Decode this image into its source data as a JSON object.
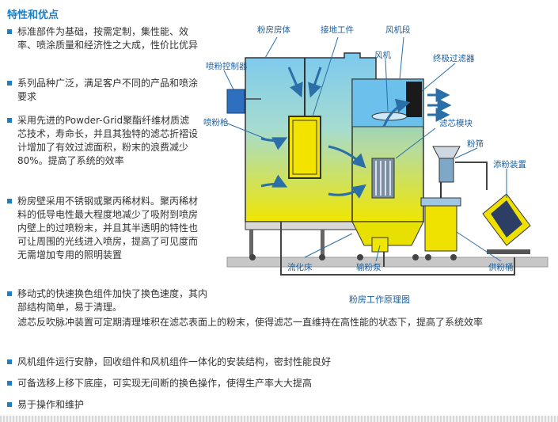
{
  "title": "特性和优点",
  "features": [
    {
      "text": "标准部件为基础，按需定制，集性能、效率、喷涂质量和经济性之大成，性价比优异"
    },
    {
      "text": "系列品种广泛，满足客户不同的产品和喷涂要求"
    },
    {
      "text": "采用先进的Powder-Grid聚酯纤维材质滤芯技术，寿命长，并且其独特的滤芯折褶设计增加了有效过滤面积，粉末的浪费减少80%。提高了系统的效率"
    },
    {
      "text": "粉房壁采用不锈钢或聚丙稀材料。聚丙稀材料的低导电性最大程度地减少了吸附到喷房内壁上的过喷粉末，并且其半透明的特性也可让周围的光线进入喷房，提高了可见度而无需增加专用的照明装置"
    },
    {
      "text": "移动式的快速换色组件加快了换色速度，其内部结构简单，易于清理。"
    },
    {
      "text": "滤芯反吹脉冲装置可定期清理堆积在滤芯表面上的粉末，使得滤芯一直维持在高性能的状态下，提高了系统效率"
    },
    {
      "text": "风机组件运行安静，回收组件和风机组件一体化的安装结构，密封性能良好"
    },
    {
      "text": "可备选移上移下底座，可实现无间断的换色操作，使得生产率大大提高"
    },
    {
      "text": "易于操作和维护"
    }
  ],
  "diagram": {
    "caption": "粉房工作原理图",
    "labels": {
      "booth": "粉房房体",
      "ground": "接地工件",
      "fan_section": "风机段",
      "controller": "喷粉控制器",
      "fan": "风机",
      "final_filter": "终极过滤器",
      "gun": "喷粉枪",
      "filter_module": "滤芯模块",
      "sieve": "粉筛",
      "feeder": "添粉装置",
      "fluidized_bed": "流化床",
      "pump": "输粉泵",
      "hopper": "供粉桶"
    },
    "colors": {
      "accent": "#1f7fc2",
      "booth_top": "#8fd1f0",
      "booth_bottom": "#f2e600",
      "dark": "#1a1a1a",
      "floor": "#bfbfbf"
    }
  }
}
